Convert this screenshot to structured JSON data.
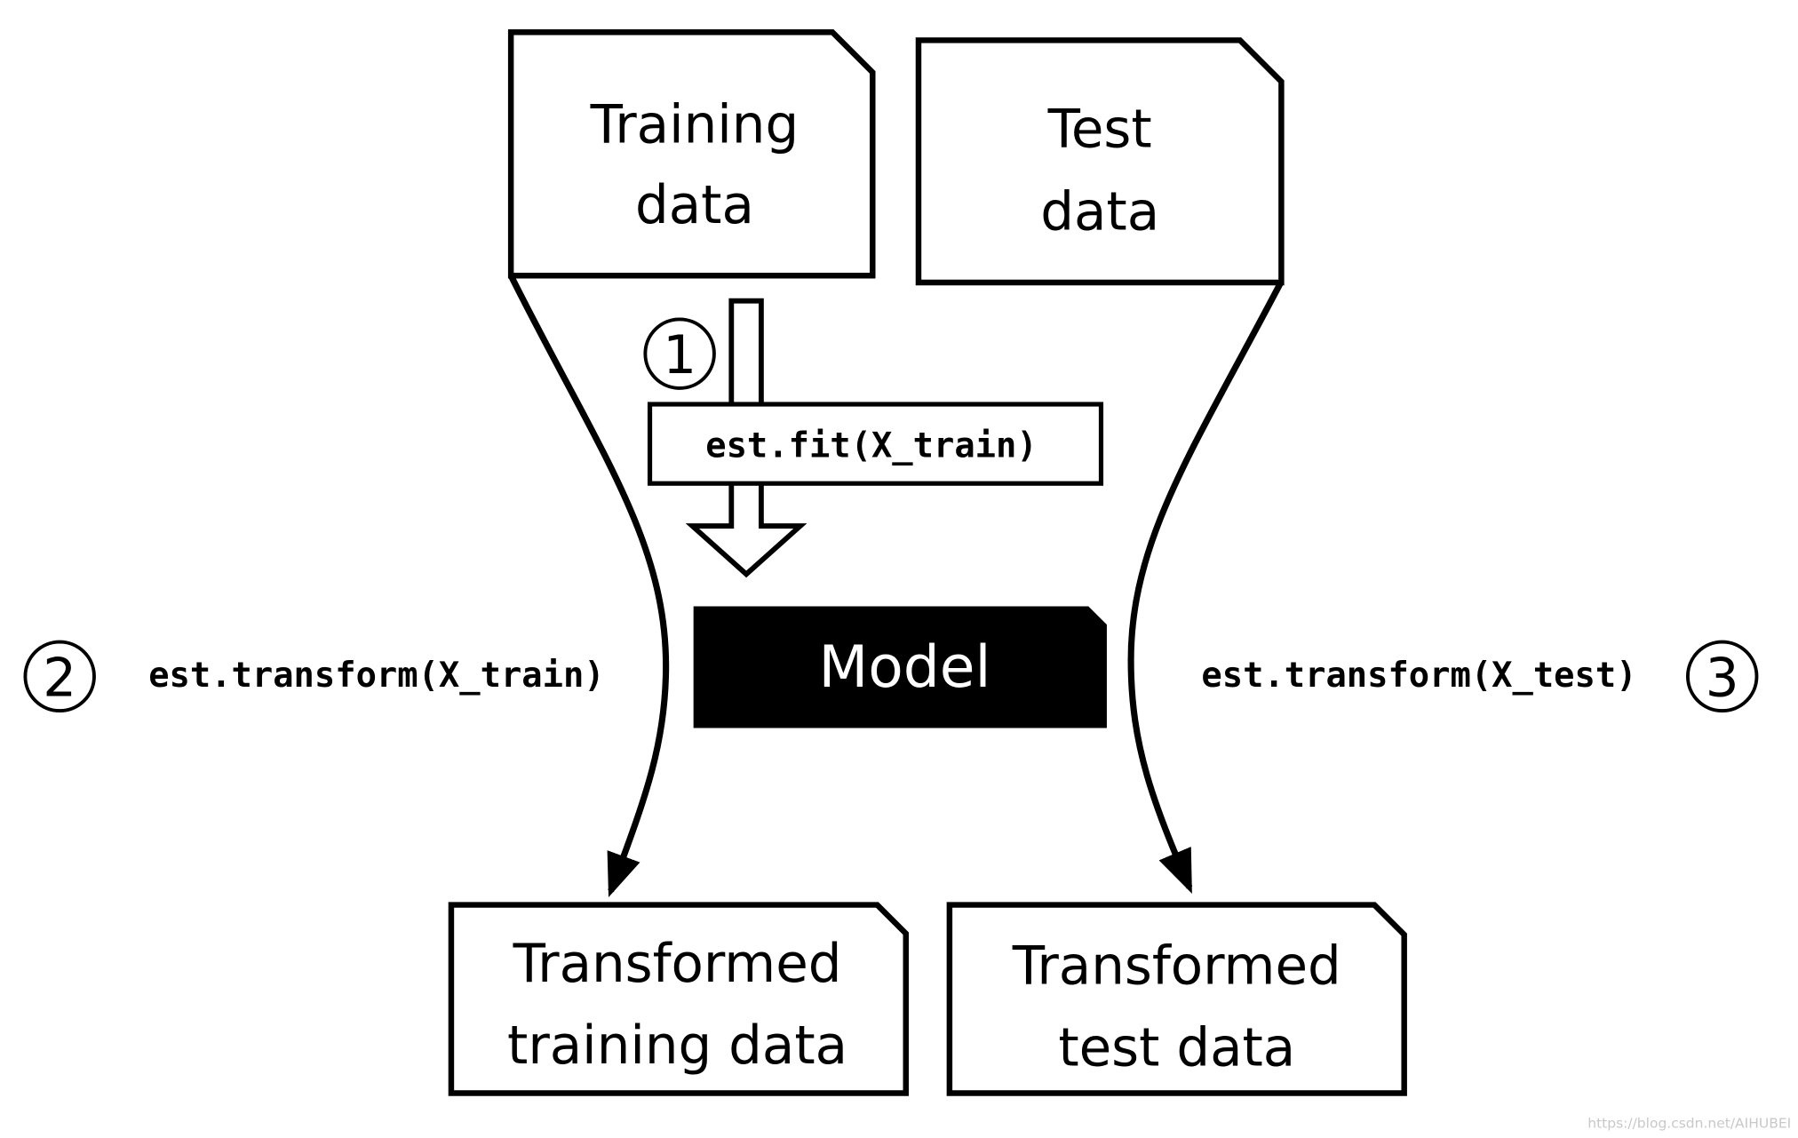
{
  "boxes": {
    "training_data": {
      "line1": "Training",
      "line2": "data"
    },
    "test_data": {
      "line1": "Test",
      "line2": "data"
    },
    "transformed_training": {
      "line1": "Transformed",
      "line2": "training data"
    },
    "transformed_test": {
      "line1": "Transformed",
      "line2": "test data"
    }
  },
  "model": {
    "label": "Model"
  },
  "steps": [
    {
      "number": "1",
      "code": "est.fit(X_train)"
    },
    {
      "number": "2",
      "code": "est.transform(X_train)"
    },
    {
      "number": "3",
      "code": "est.transform(X_test)"
    }
  ],
  "watermark": "https://blog.csdn.net/AIHUBEI",
  "colors": {
    "stroke": "#000000",
    "model_fill": "#000000",
    "model_text": "#ffffff",
    "watermark": "#c8c8c8"
  }
}
